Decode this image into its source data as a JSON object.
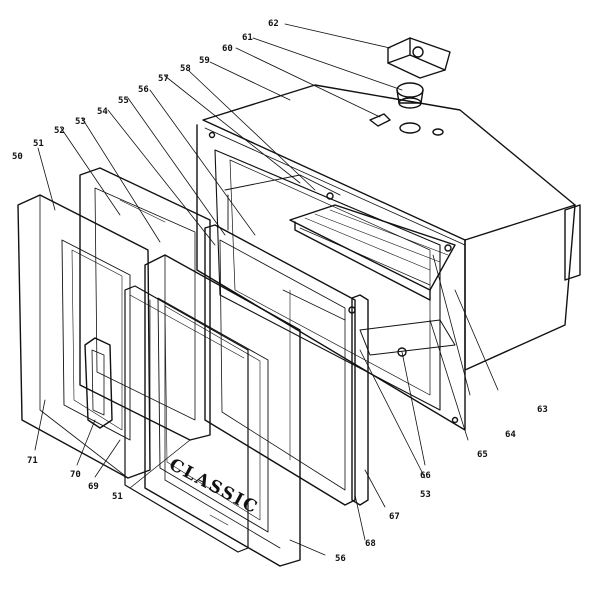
{
  "diagram": {
    "logo_text": "CLASSIC",
    "callouts": [
      {
        "id": "c62",
        "text": "62"
      },
      {
        "id": "c61",
        "text": "61"
      },
      {
        "id": "c60",
        "text": "60"
      },
      {
        "id": "c59",
        "text": "59"
      },
      {
        "id": "c58",
        "text": "58"
      },
      {
        "id": "c57",
        "text": "57"
      },
      {
        "id": "c56",
        "text": "56"
      },
      {
        "id": "c55",
        "text": "55"
      },
      {
        "id": "c54",
        "text": "54"
      },
      {
        "id": "c53a",
        "text": "53"
      },
      {
        "id": "c52",
        "text": "52"
      },
      {
        "id": "c51a",
        "text": "51"
      },
      {
        "id": "c50",
        "text": "50"
      },
      {
        "id": "c63",
        "text": "63"
      },
      {
        "id": "c64",
        "text": "64"
      },
      {
        "id": "c65",
        "text": "65"
      },
      {
        "id": "c66",
        "text": "66"
      },
      {
        "id": "c53b",
        "text": "53"
      },
      {
        "id": "c67",
        "text": "67"
      },
      {
        "id": "c68",
        "text": "68"
      },
      {
        "id": "c56b",
        "text": "56"
      },
      {
        "id": "c51b",
        "text": "51"
      },
      {
        "id": "c69",
        "text": "69"
      },
      {
        "id": "c70",
        "text": "70"
      },
      {
        "id": "c71",
        "text": "71"
      }
    ]
  }
}
